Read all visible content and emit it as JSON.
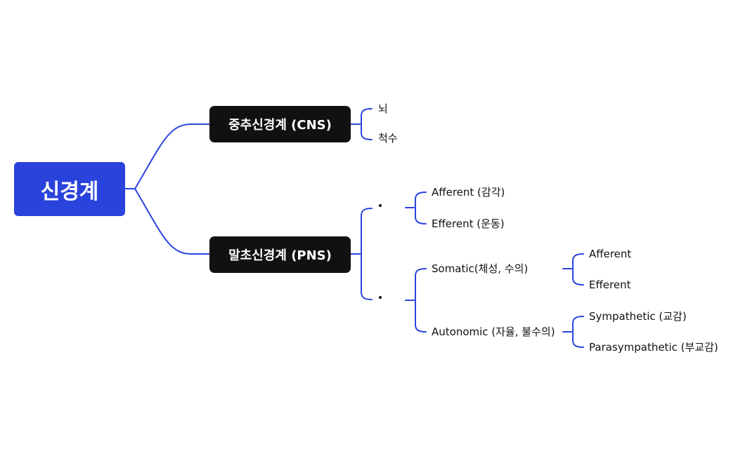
{
  "root": {
    "label": "신경계"
  },
  "cns": {
    "label": "중추신경계 (CNS)",
    "children": [
      "뇌",
      "척수"
    ]
  },
  "pns": {
    "label": "말초신경계 (PNS)",
    "group1": {
      "children": [
        "Afferent (감각)",
        "Efferent (운동)"
      ]
    },
    "group2": {
      "somatic": {
        "label": "Somatic(체성, 수의)",
        "children": [
          "Afferent",
          "Efferent"
        ]
      },
      "autonomic": {
        "label": "Autonomic (자율, 불수의)",
        "children": [
          "Sympathetic (교감)",
          "Parasympathetic (부교감)"
        ]
      }
    }
  },
  "colors": {
    "connector": "#2a43dc",
    "root_fill": "#2a43dc",
    "main_fill": "#111111"
  }
}
